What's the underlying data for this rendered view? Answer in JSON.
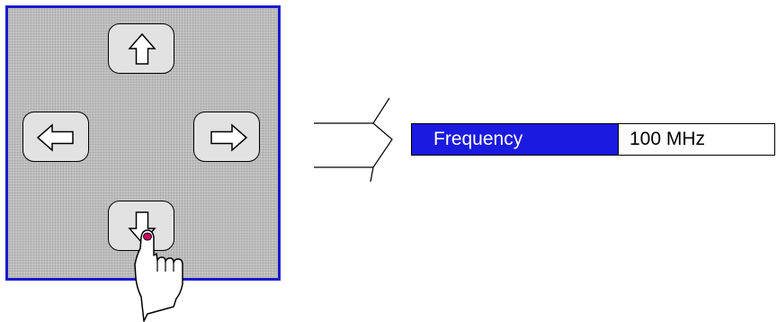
{
  "keypad": {
    "keys": [
      {
        "id": "up",
        "icon": "arrow-up-icon"
      },
      {
        "id": "left",
        "icon": "arrow-left-icon"
      },
      {
        "id": "right",
        "icon": "arrow-right-icon"
      },
      {
        "id": "down",
        "icon": "arrow-down-icon"
      }
    ],
    "pressed_key": "down",
    "colors": {
      "border": "#1a1acc",
      "background": "#c4c4c4",
      "key": "#e2e2e2",
      "fingertip": "#cc0066"
    }
  },
  "field": {
    "label": "Frequency",
    "value": "100 MHz",
    "label_color": "#1a1ae0"
  }
}
